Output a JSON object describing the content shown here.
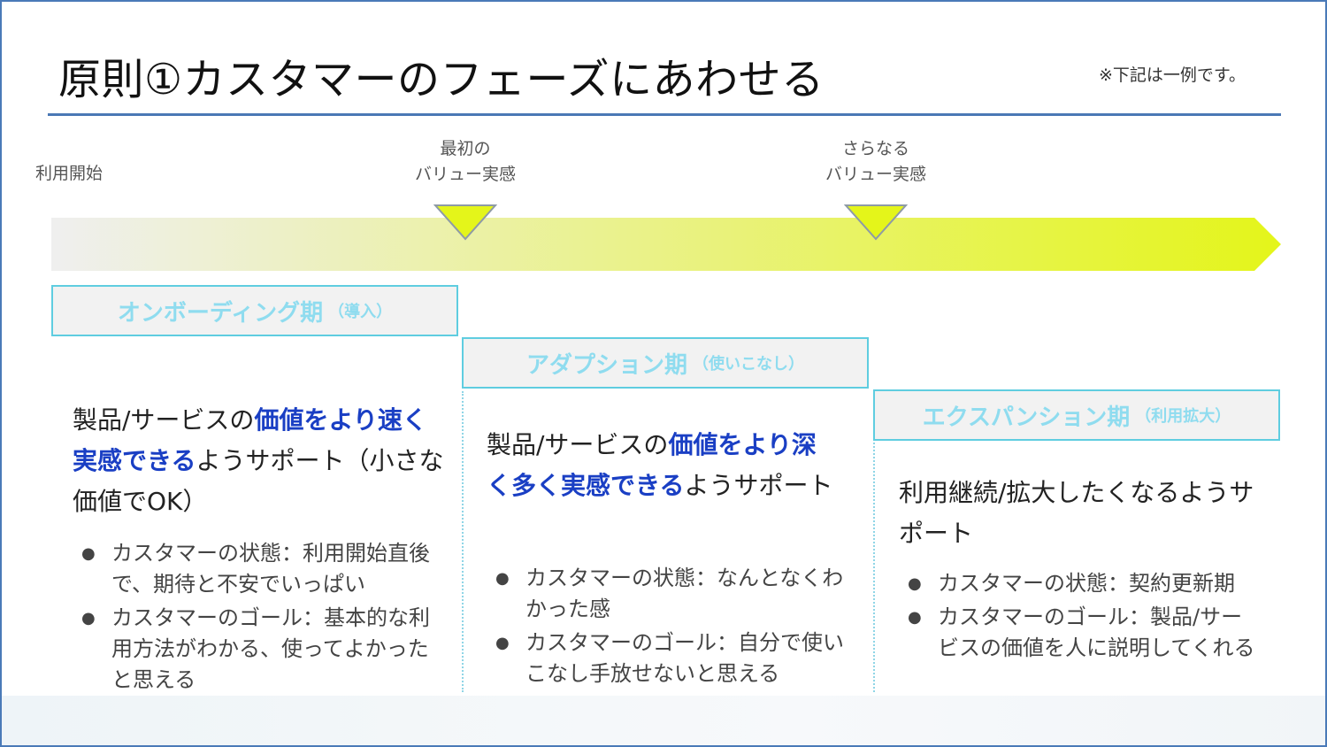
{
  "slide": {
    "title": "原則①カスタマーのフェーズにあわせる",
    "note": "※下記は一例です。"
  },
  "colors": {
    "rule": "#4a78b5",
    "arrow_start": "#efefef",
    "arrow_end": "#e4f51a",
    "phase_text": "#8fdcef",
    "phase_border": "#5fcde0",
    "highlight": "#1a3fc4"
  },
  "timeline": {
    "start_label": "利用開始",
    "milestone1_line1": "最初の",
    "milestone1_line2": "バリュー実感",
    "milestone2_line1": "さらなる",
    "milestone2_line2": "バリュー実感"
  },
  "phases": [
    {
      "name": "オンボーディング期",
      "sub": "（導入）",
      "lead_pre": "製品/サービスの",
      "lead_hl": "価値をより速く実感できる",
      "lead_post": "ようサポート（小さな価値でOK）",
      "bullets": [
        "カスタマーの状態：利用開始直後で、期待と不安でいっぱい",
        "カスタマーのゴール：基本的な利用方法がわかる、使ってよかったと思える"
      ]
    },
    {
      "name": "アダプション期",
      "sub": "（使いこなし）",
      "lead_pre": "製品/サービスの",
      "lead_hl": "価値をより深く多く実感できる",
      "lead_post": "ようサポート",
      "bullets": [
        "カスタマーの状態：なんとなくわかった感",
        "カスタマーのゴール：自分で使いこなし手放せないと思える"
      ]
    },
    {
      "name": "エクスパンション期",
      "sub": "（利用拡大）",
      "lead_text": "利用継続/拡大したくなるようサポート",
      "bullets": [
        "カスタマーの状態：契約更新期",
        "カスタマーのゴール：製品/サービスの価値を人に説明してくれる"
      ]
    }
  ]
}
